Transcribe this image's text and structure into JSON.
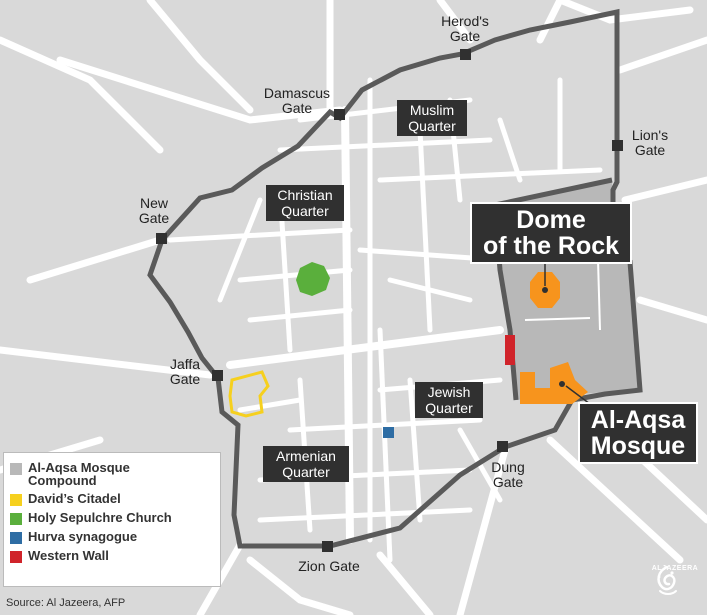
{
  "colors": {
    "background": "#d9d9d9",
    "streets": "#ffffff",
    "wall": "#5a5a5a",
    "compound": "#b8b8b8",
    "dome": "#f7941d",
    "aqsa": "#f7941d",
    "citadel": "#f6d01e",
    "sepulchre": "#5aaf3c",
    "hurva": "#2e6da4",
    "western_wall": "#d0232a",
    "label_box": "#303030"
  },
  "gates": {
    "herods": "Herod's\nGate",
    "damascus": "Damascus\nGate",
    "lions": "Lion's\nGate",
    "new": "New\nGate",
    "jaffa": "Jaffa\nGate",
    "dung": "Dung\nGate",
    "zion": "Zion Gate"
  },
  "quarters": {
    "muslim": "Muslim\nQuarter",
    "christian": "Christian\nQuarter",
    "jewish": "Jewish\nQuarter",
    "armenian": "Armenian\nQuarter"
  },
  "callouts": {
    "dome": "Dome\nof the Rock",
    "aqsa": "Al-Aqsa\nMosque"
  },
  "legend": {
    "items": [
      {
        "label": "Al-Aqsa Mosque\nCompound",
        "color": "#b8b8b8"
      },
      {
        "label": "David’s Citadel",
        "color": "#f6d01e"
      },
      {
        "label": "Holy Sepulchre Church",
        "color": "#5aaf3c"
      },
      {
        "label": "Hurva synagogue",
        "color": "#2e6da4"
      },
      {
        "label": "Western Wall",
        "color": "#d0232a"
      }
    ]
  },
  "source": "Source: Al Jazeera, AFP",
  "logo": {
    "icon": "al-jazeera-logo-icon",
    "text": "ALJAZEERA"
  }
}
